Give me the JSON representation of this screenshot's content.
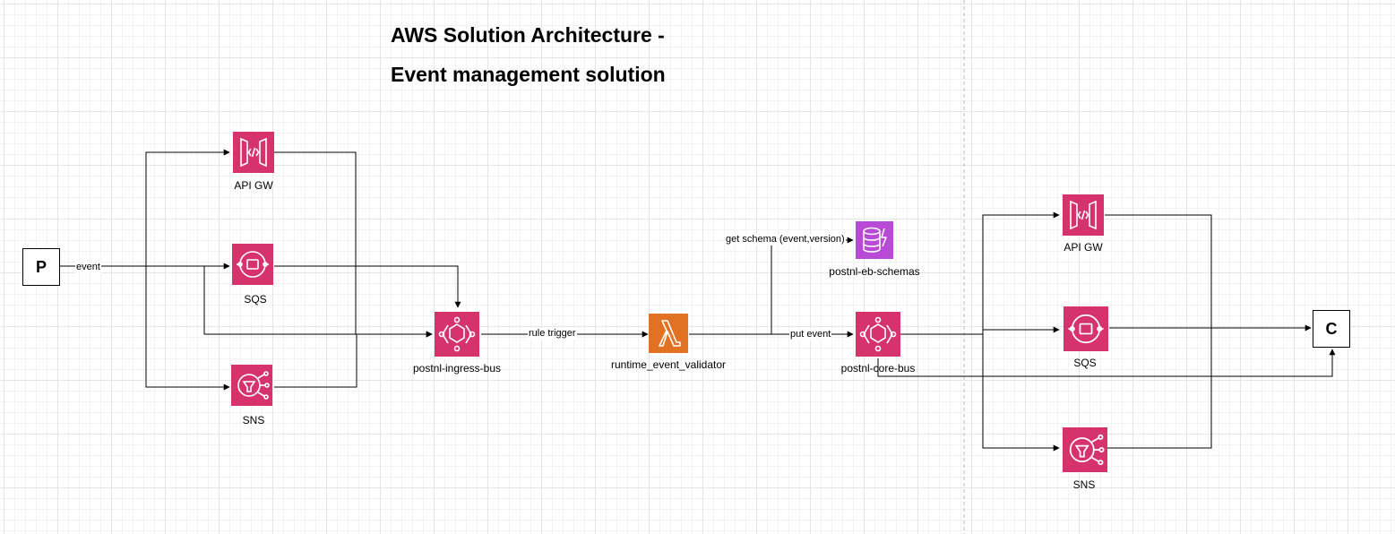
{
  "title": {
    "line1": "AWS Solution Architecture -",
    "line2": "Event management solution"
  },
  "colors": {
    "integration": "#D6336C",
    "compute": "#E27223",
    "database": "#B84AD6",
    "edge": "#000000",
    "separator": "#BBBBBB"
  },
  "nodes": {
    "producer": {
      "label": "P"
    },
    "consumer": {
      "label": "C"
    },
    "api_gw_left": {
      "label": "API GW",
      "icon": "api-gateway-icon"
    },
    "sqs_left": {
      "label": "SQS",
      "icon": "sqs-icon"
    },
    "sns_left": {
      "label": "SNS",
      "icon": "sns-icon"
    },
    "ingress_bus": {
      "label": "postnl-ingress-bus",
      "icon": "eventbridge-icon"
    },
    "validator": {
      "label": "runtime_event_validator",
      "icon": "lambda-icon"
    },
    "schemas": {
      "label": "postnl-eb-schemas",
      "icon": "dynamodb-icon"
    },
    "core_bus": {
      "label": "postnl-core-bus",
      "icon": "eventbridge-icon"
    },
    "api_gw_right": {
      "label": "API GW",
      "icon": "api-gateway-icon"
    },
    "sqs_right": {
      "label": "SQS",
      "icon": "sqs-icon"
    },
    "sns_right": {
      "label": "SNS",
      "icon": "sns-icon"
    }
  },
  "edge_labels": {
    "event": "event",
    "rule_trigger": "rule trigger",
    "get_schema": "get schema (event,version)",
    "put_event": "put event"
  }
}
